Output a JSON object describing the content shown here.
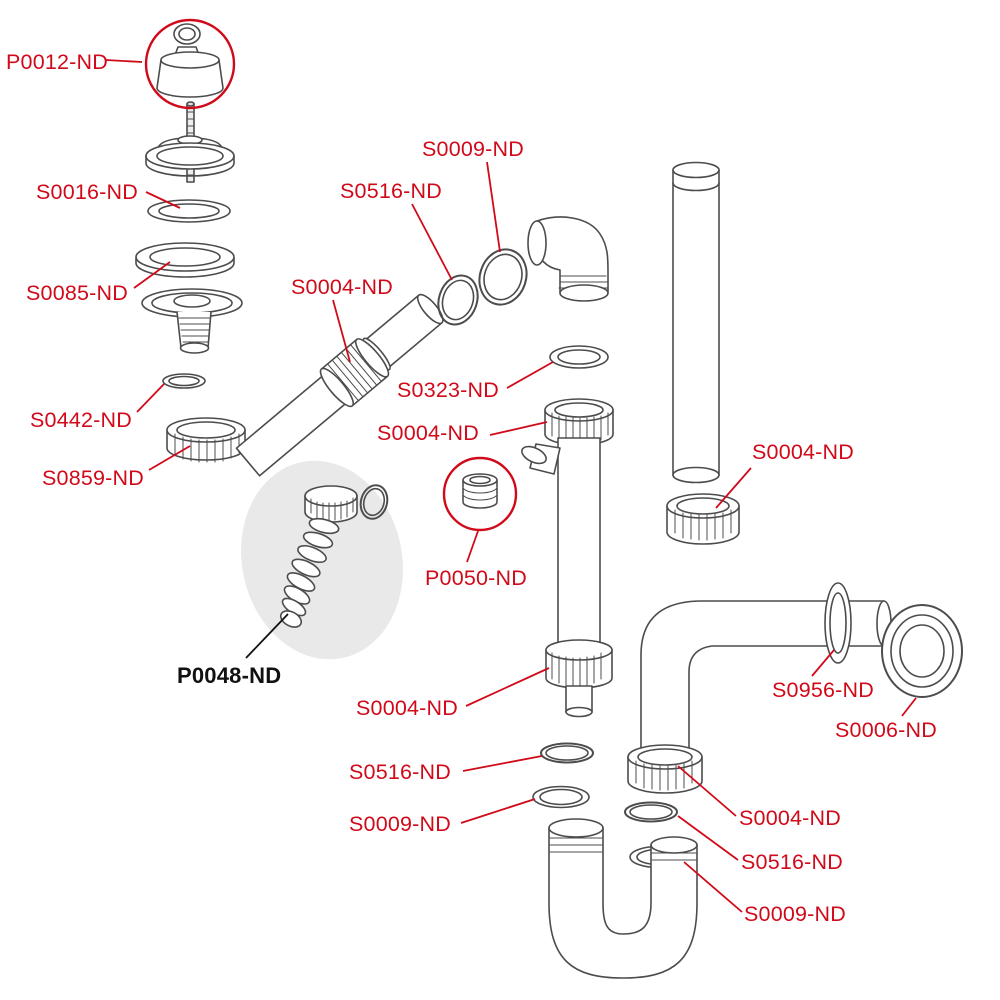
{
  "diagram": {
    "type": "exploded-parts-diagram",
    "description": "Exploded spare-parts diagram of a sink drain, siphon trap and waste pipe assembly with red part-code callouts",
    "colors": {
      "label_red": "#d10a1a",
      "label_black": "#111111",
      "line": "#4c4c4c",
      "shade": "#e9e9e9",
      "background": "#ffffff"
    },
    "highlighted_parts": [
      "P0012-ND",
      "P0050-ND"
    ],
    "shaded_part": "P0048-ND",
    "labels": [
      {
        "code": "P0012-ND",
        "emphasis": "red",
        "part": "sink plug with chain ring (circled)"
      },
      {
        "code": "S0016-ND",
        "emphasis": "red",
        "part": "flat washer"
      },
      {
        "code": "S0085-ND",
        "emphasis": "red",
        "part": "large gasket"
      },
      {
        "code": "S0004-ND",
        "emphasis": "red",
        "part": "union nut on inlet pipe"
      },
      {
        "code": "S0516-ND",
        "emphasis": "red",
        "part": "o-ring seal"
      },
      {
        "code": "S0009-ND",
        "emphasis": "red",
        "part": "sealing ring"
      },
      {
        "code": "S0323-ND",
        "emphasis": "red",
        "part": "flat sealing ring"
      },
      {
        "code": "S0442-ND",
        "emphasis": "red",
        "part": "small sealing ring"
      },
      {
        "code": "S0859-ND",
        "emphasis": "red",
        "part": "union nut with outlet"
      },
      {
        "code": "S0004-ND",
        "emphasis": "red",
        "part": "union nut on standpipe top"
      },
      {
        "code": "S0004-ND",
        "emphasis": "red",
        "part": "union nut under tall tube"
      },
      {
        "code": "P0050-ND",
        "emphasis": "red",
        "part": "connector sleeve (circled)"
      },
      {
        "code": "P0048-ND",
        "emphasis": "bold-black",
        "part": "flexible corrugated elbow (shaded)"
      },
      {
        "code": "S0004-ND",
        "emphasis": "red",
        "part": "union nut on standpipe bottom"
      },
      {
        "code": "S0956-ND",
        "emphasis": "red",
        "part": "wall pipe flange"
      },
      {
        "code": "S0006-ND",
        "emphasis": "red",
        "part": "wall rosette ring"
      },
      {
        "code": "S0516-ND",
        "emphasis": "red",
        "part": "o-ring seal"
      },
      {
        "code": "S0009-ND",
        "emphasis": "red",
        "part": "sealing ring"
      },
      {
        "code": "S0004-ND",
        "emphasis": "red",
        "part": "union nut on wall elbow"
      },
      {
        "code": "S0516-ND",
        "emphasis": "red",
        "part": "o-ring seal"
      },
      {
        "code": "S0009-ND",
        "emphasis": "red",
        "part": "sealing ring"
      }
    ]
  }
}
